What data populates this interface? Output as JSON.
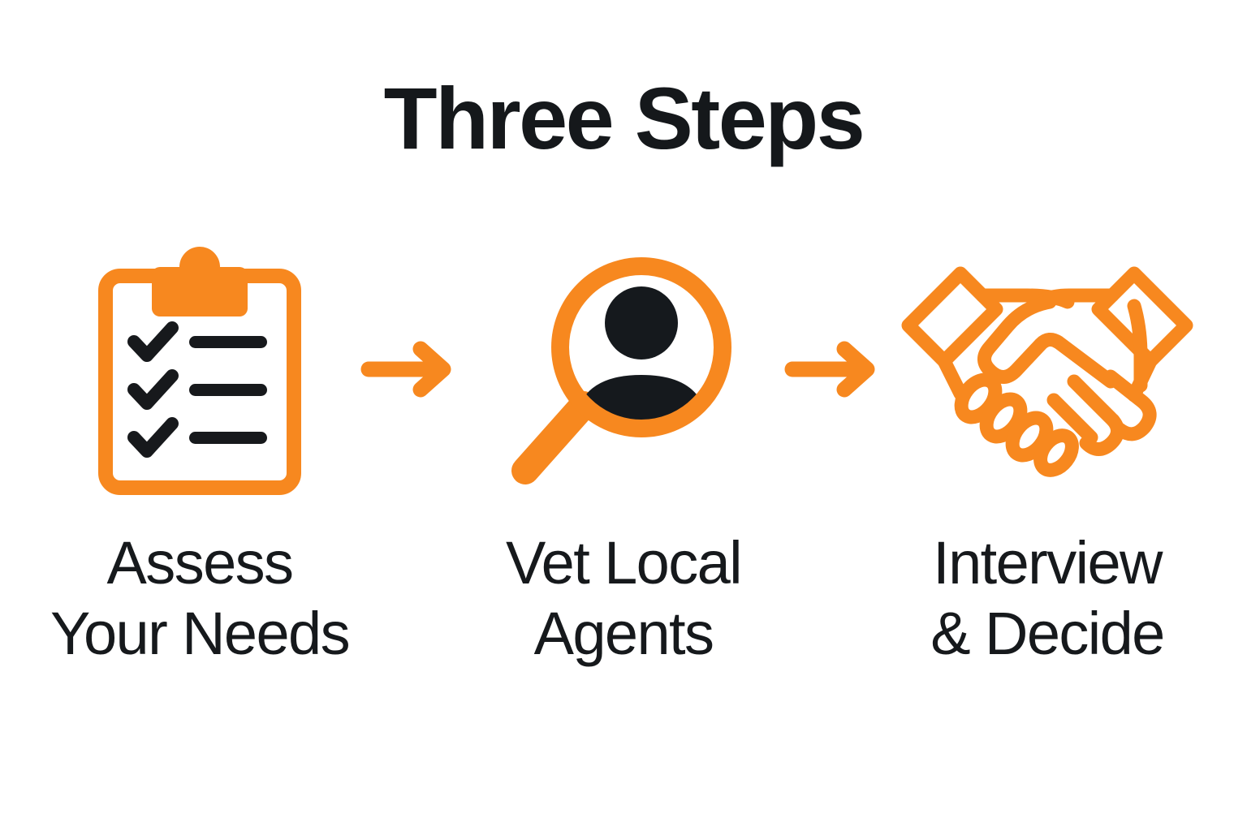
{
  "page": {
    "title": "Three Steps",
    "background_color": "#ffffff",
    "accent_color": "#F7881F",
    "text_color": "#16191c",
    "dark_fill_color": "#15191d"
  },
  "steps": [
    {
      "icon": "clipboard-checklist-icon",
      "label_line1": "Assess",
      "label_line2": "Your Needs",
      "checklist_items": 3
    },
    {
      "icon": "magnifier-person-icon",
      "label_line1": "Vet Local",
      "label_line2": "Agents"
    },
    {
      "icon": "handshake-icon",
      "label_line1": "Interview",
      "label_line2": "& Decide"
    }
  ],
  "connectors": [
    {
      "icon": "arrow-right-icon"
    },
    {
      "icon": "arrow-right-icon"
    }
  ]
}
